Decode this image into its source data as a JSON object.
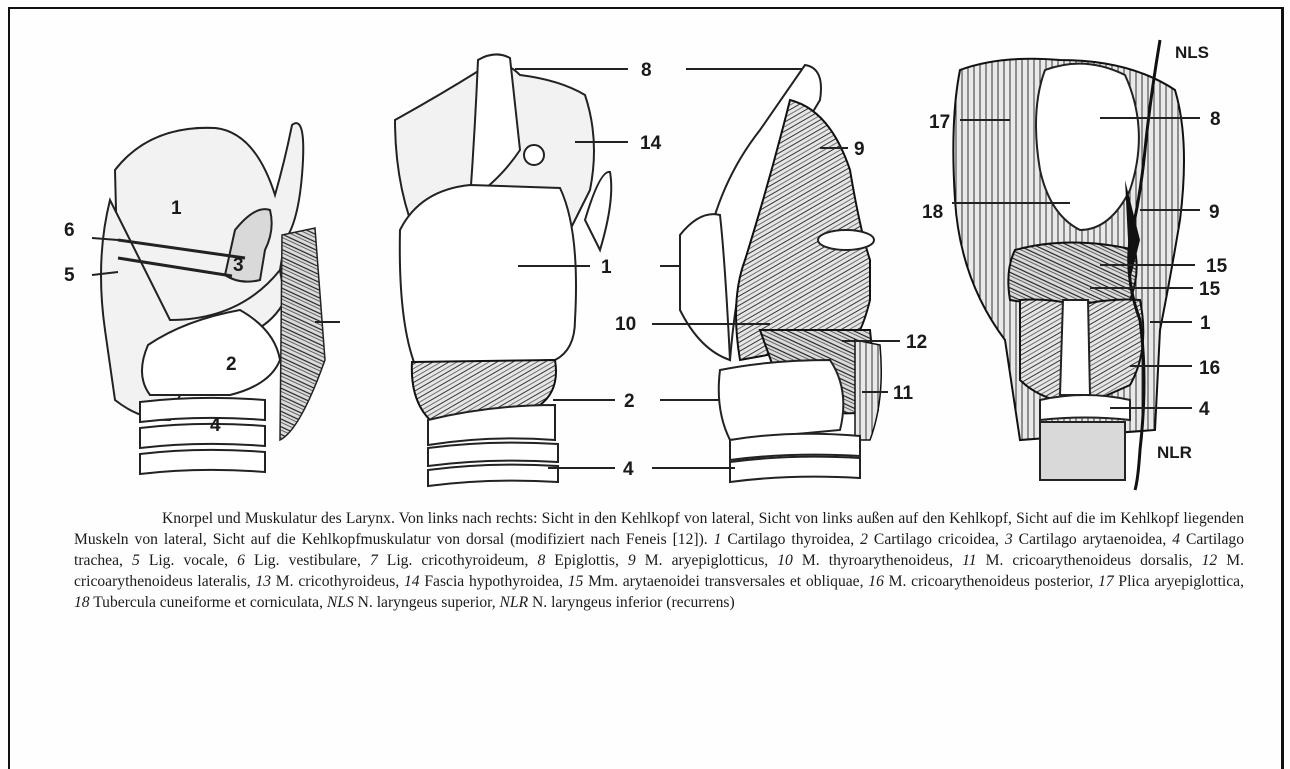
{
  "labels": {
    "fig1": {
      "l1": "1",
      "l6": "6",
      "l5": "5",
      "l3": "3",
      "l2": "2",
      "l4": "4"
    },
    "fig2": {
      "l8": "8",
      "l14": "14",
      "l1": "1",
      "l10": "10",
      "l2": "2",
      "l4": "4"
    },
    "fig3": {
      "l9": "9",
      "l12": "12",
      "l11": "11"
    },
    "fig4": {
      "nls": "NLS",
      "l17": "17",
      "l8": "8",
      "l18": "18",
      "l9": "9",
      "l15a": "15",
      "l15b": "15",
      "l1": "1",
      "l16": "16",
      "l4": "4",
      "nlr": "NLR"
    }
  },
  "caption": {
    "lead": "Knorpel und Muskulatur des Larynx. Von links nach rechts: Sicht in den Kehlkopf von lateral, Sicht von links außen auf den Kehlkopf, Sicht auf die im Kehlkopf liegenden Muskeln von lateral, Sicht auf die Kehlkopfmuskulatur von dorsal (modifiziert nach Feneis [12]).",
    "items": [
      {
        "n": "1",
        "t": " Cartilago thyroidea, "
      },
      {
        "n": "2",
        "t": " Cartilago cricoidea, "
      },
      {
        "n": "3",
        "t": " Cartilago arytaenoidea, "
      },
      {
        "n": "4",
        "t": " Cartilago trachea, "
      },
      {
        "n": "5",
        "t": " Lig. vocale, "
      },
      {
        "n": "6",
        "t": " Lig. vestibulare, "
      },
      {
        "n": "7",
        "t": " Lig. cricothyroideum, "
      },
      {
        "n": "8",
        "t": " Epiglottis, "
      },
      {
        "n": "9",
        "t": " M. aryepiglotticus, "
      },
      {
        "n": "10",
        "t": " M. thyroarythenoideus, "
      },
      {
        "n": "11",
        "t": " M. cricoarythenoideus dorsalis, "
      },
      {
        "n": "12",
        "t": " M. cricoarythenoideus lateralis, "
      },
      {
        "n": "13",
        "t": " M. cricothyroideus, "
      },
      {
        "n": "14",
        "t": " Fascia hypothyroidea, "
      },
      {
        "n": "15",
        "t": " Mm. arytaenoidei transversales et obliquae, "
      },
      {
        "n": "16",
        "t": " M. cricoarythenoideus posterior, "
      },
      {
        "n": "17",
        "t": " Plica aryepiglottica, "
      },
      {
        "n": "18",
        "t": " Tubercula cuneiforme et corniculata, "
      },
      {
        "n": "NLS",
        "t": " N. laryngeus superior, "
      },
      {
        "n": "NLR",
        "t": " N. laryngeus inferior (recurrens)"
      }
    ]
  }
}
